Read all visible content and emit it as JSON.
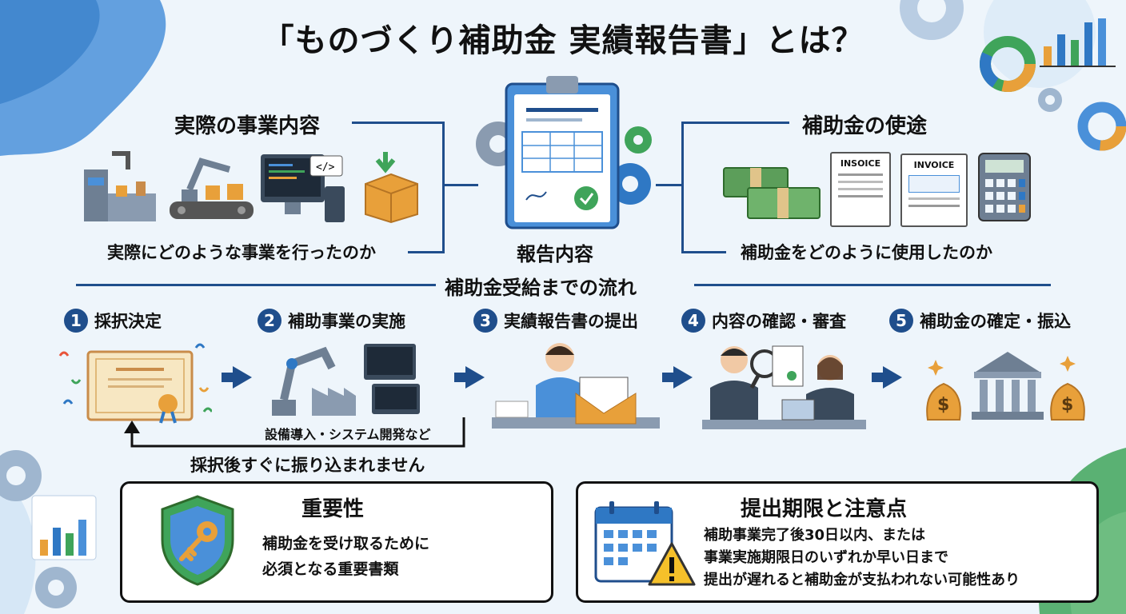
{
  "title": "「ものづくり補助金 実績報告書」とは？",
  "left_section": {
    "heading": "実際の事業内容",
    "caption": "実際にどのような事業を行ったのか"
  },
  "center": {
    "label": "報告内容"
  },
  "right_section": {
    "heading": "補助金の使途",
    "caption": "補助金をどのように使用したのか",
    "invoice_labels": [
      "INSOICE",
      "INVOICE"
    ]
  },
  "flow": {
    "heading": "補助金受給までの流れ",
    "steps": [
      {
        "num": "1",
        "label": "採択決定"
      },
      {
        "num": "2",
        "label": "補助事業の実施"
      },
      {
        "num": "3",
        "label": "実績報告書の提出"
      },
      {
        "num": "4",
        "label": "内容の確認・審査"
      },
      {
        "num": "5",
        "label": "補助金の確定・振込"
      }
    ],
    "step2_note": "設備導入・システム開発など",
    "warning": "採択後すぐに振り込まれません"
  },
  "importance": {
    "heading": "重要性",
    "lines": [
      "補助金を受け取るために",
      "必須となる重要書類"
    ]
  },
  "deadline": {
    "heading": "提出期限と注意点",
    "lines": [
      "補助事業完了後30日以内、または",
      "事業実施期限日のいずれか早い日まで",
      "提出が遅れると補助金が支払われない可能性あり"
    ]
  },
  "colors": {
    "accent": "#1f4e8c",
    "money": "#5c9e5a",
    "gold": "#e8a03a"
  }
}
